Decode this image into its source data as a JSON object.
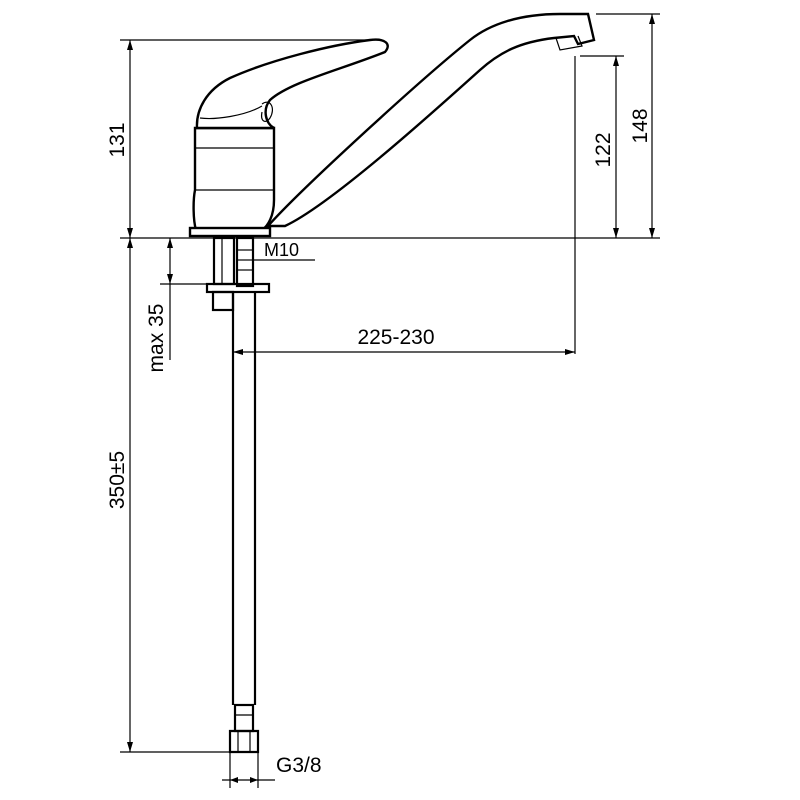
{
  "dimensions": {
    "total_height_spout": "131",
    "outlet_height": "122",
    "overall_height": "148",
    "thread": "M10",
    "max_mount_thickness": "max 35",
    "spout_reach": "225-230",
    "hose_length": "350±5",
    "hose_connection": "G3/8"
  }
}
